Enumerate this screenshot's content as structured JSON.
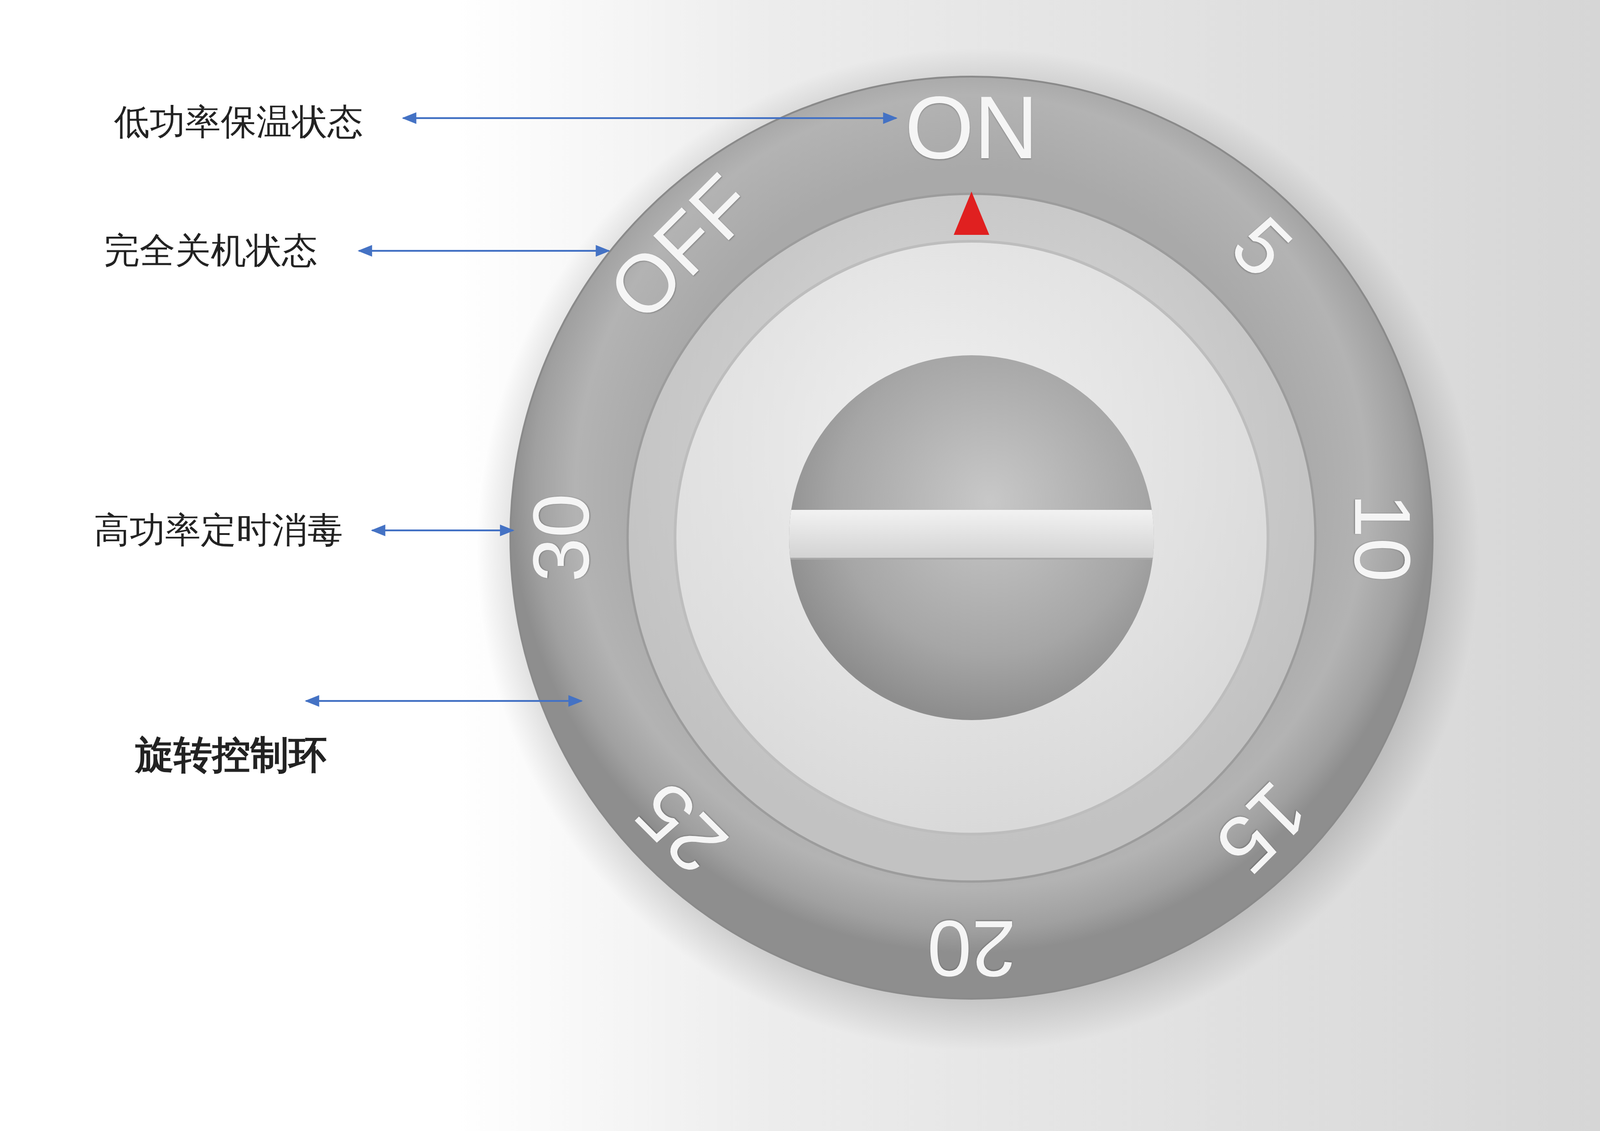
{
  "diagram": {
    "labels": [
      "低功率保温状态",
      "ON",
      "完全关机状态",
      "OFF",
      "5",
      "高功率定时消毒",
      "30",
      "10",
      "旋转控制环",
      "25",
      "15",
      "20"
    ]
  }
}
